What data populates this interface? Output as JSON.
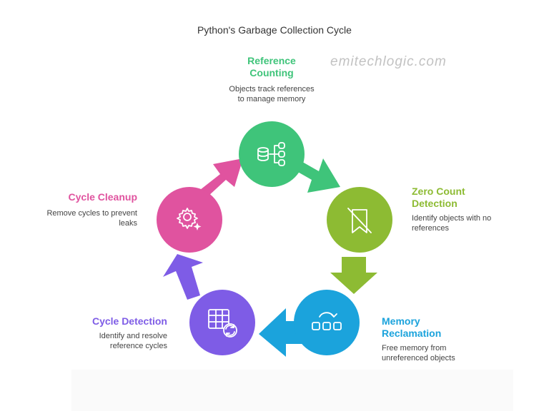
{
  "title": "Python's Garbage Collection Cycle",
  "watermark": "emitechlogic.com",
  "steps": [
    {
      "heading_lines": [
        "Reference",
        "Counting"
      ],
      "desc_lines": [
        "Objects track references",
        "to manage memory"
      ],
      "color": "#3fc47a",
      "icon": "database-tree-icon"
    },
    {
      "heading_lines": [
        "Zero Count",
        "Detection"
      ],
      "desc_lines": [
        "Identify objects with no",
        "references"
      ],
      "color": "#8dbb33",
      "icon": "bookmark-slash-icon"
    },
    {
      "heading_lines": [
        "Memory",
        "Reclamation"
      ],
      "desc_lines": [
        "Free memory from",
        "unreferenced objects"
      ],
      "color": "#1ba3dc",
      "icon": "recycle-blocks-icon"
    },
    {
      "heading_lines": [
        "Cycle Detection"
      ],
      "desc_lines": [
        "Identify and resolve",
        "reference cycles"
      ],
      "color": "#7e5ce6",
      "icon": "table-refresh-icon"
    },
    {
      "heading_lines": [
        "Cycle Cleanup"
      ],
      "desc_lines": [
        "Remove cycles to prevent",
        "leaks"
      ],
      "color": "#e0539f",
      "icon": "gear-sparkle-icon"
    }
  ]
}
